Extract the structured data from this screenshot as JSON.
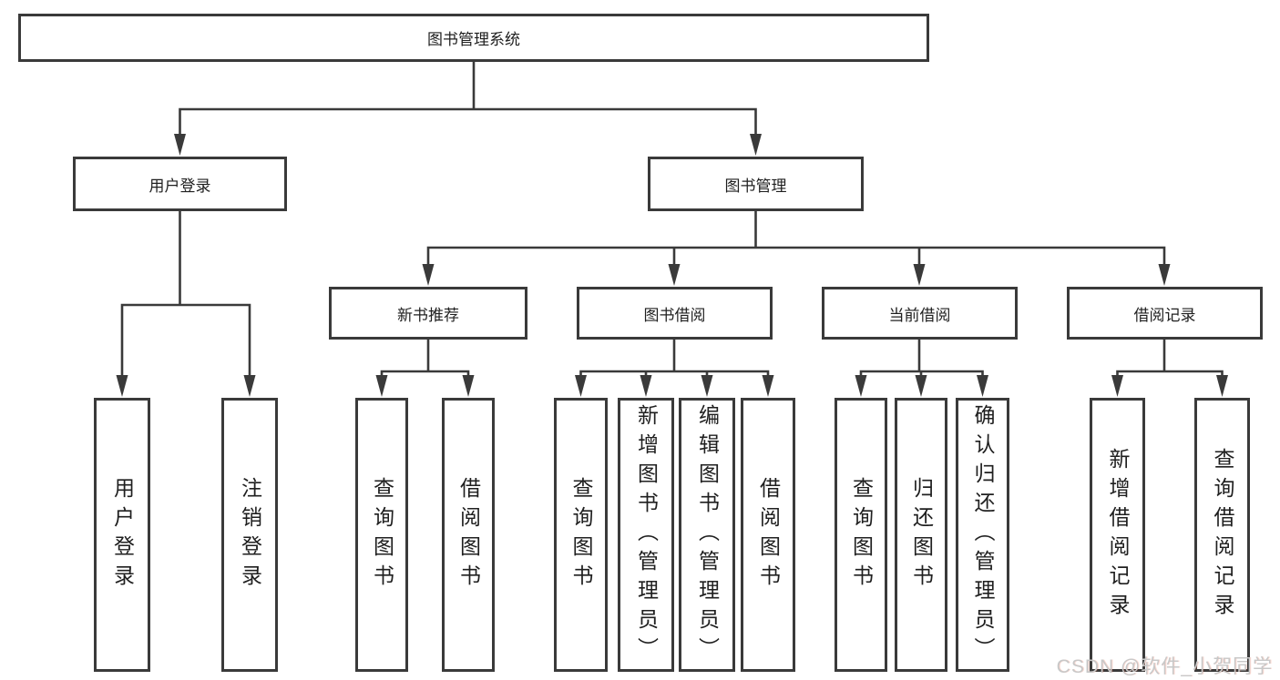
{
  "diagram": {
    "type": "tree-functional-structure",
    "root": {
      "label": "图书管理系统",
      "children": [
        {
          "label": "用户登录",
          "children": [
            {
              "label": "用户登录"
            },
            {
              "label": "注销登录"
            }
          ]
        },
        {
          "label": "图书管理",
          "children": [
            {
              "label": "新书推荐",
              "children": [
                {
                  "label": "查询图书"
                },
                {
                  "label": "借阅图书"
                }
              ]
            },
            {
              "label": "图书借阅",
              "children": [
                {
                  "label": "查询图书"
                },
                {
                  "label": "新增图书（管理员）"
                },
                {
                  "label": "编辑图书（管理员）"
                },
                {
                  "label": "借阅图书"
                }
              ]
            },
            {
              "label": "当前借阅",
              "children": [
                {
                  "label": "查询图书"
                },
                {
                  "label": "归还图书"
                },
                {
                  "label": "确认归还（管理员）"
                }
              ]
            },
            {
              "label": "借阅记录",
              "children": [
                {
                  "label": "新增借阅记录"
                },
                {
                  "label": "查询借阅记录"
                }
              ]
            }
          ]
        }
      ]
    }
  },
  "watermark": {
    "text": "CSDN @软件_小贺同学"
  },
  "colors": {
    "line": "#3a3a3a",
    "text": "#1f1f1f",
    "background": "#ffffff",
    "watermark": "#c8c8c8"
  }
}
